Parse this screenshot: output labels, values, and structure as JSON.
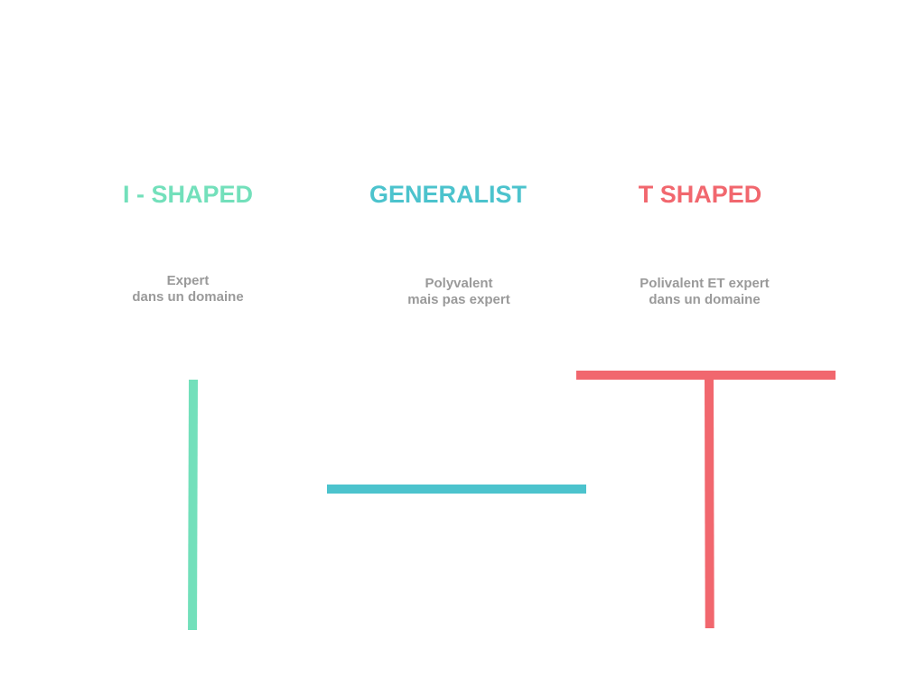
{
  "colors": {
    "i_shaped": "#73e0bb",
    "generalist": "#4cc3cd",
    "t_shaped": "#f1676e",
    "description": "#9a9a9a"
  },
  "columns": [
    {
      "title": "I - SHAPED",
      "description": "Expert\ndans un domaine"
    },
    {
      "title": "GENERALIST",
      "description": "Polyvalent\nmais pas expert"
    },
    {
      "title": "T SHAPED",
      "description": "Polivalent ET expert\ndans un domaine"
    }
  ]
}
